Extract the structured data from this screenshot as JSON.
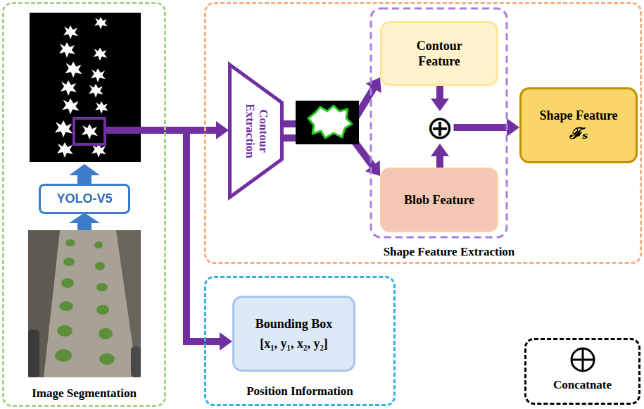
{
  "diagram": {
    "nodes": [
      {
        "text": [
          "Image Segmentation"
        ]
      },
      {
        "text": [
          "YOLO-V5"
        ],
        "in": 0
      },
      {
        "text": [
          "Shape Feature Extraction"
        ]
      },
      {
        "text": [
          "Contour Extraction"
        ],
        "in": 2
      },
      {
        "text": [
          "Contour Feature"
        ],
        "in": 2
      },
      {
        "text": [
          "Blob Feature"
        ],
        "in": 2
      },
      {
        "text": [
          "⊕"
        ],
        "in": 2
      },
      {
        "text": [
          "Shape Feature",
          "ℱₛ"
        ],
        "in": 2
      },
      {
        "text": [
          "Position Information"
        ]
      },
      {
        "text": [
          "Bounding Box",
          "[x₁, y₁, x₂, y₂]"
        ],
        "in": 8
      }
    ],
    "edges": [
      {
        "from": 0,
        "to": 3,
        "arrow": "to"
      },
      {
        "from": 0,
        "to": 9,
        "arrow": "to"
      },
      {
        "from": 3,
        "to": 4,
        "arrow": "to"
      },
      {
        "from": 3,
        "to": 5,
        "arrow": "to"
      },
      {
        "from": 4,
        "to": 6,
        "arrow": "to"
      },
      {
        "from": 5,
        "to": 6,
        "arrow": "to"
      },
      {
        "from": 6,
        "to": 7,
        "arrow": "to"
      }
    ],
    "legend": [
      {
        "text": "Concatnate"
      }
    ]
  }
}
